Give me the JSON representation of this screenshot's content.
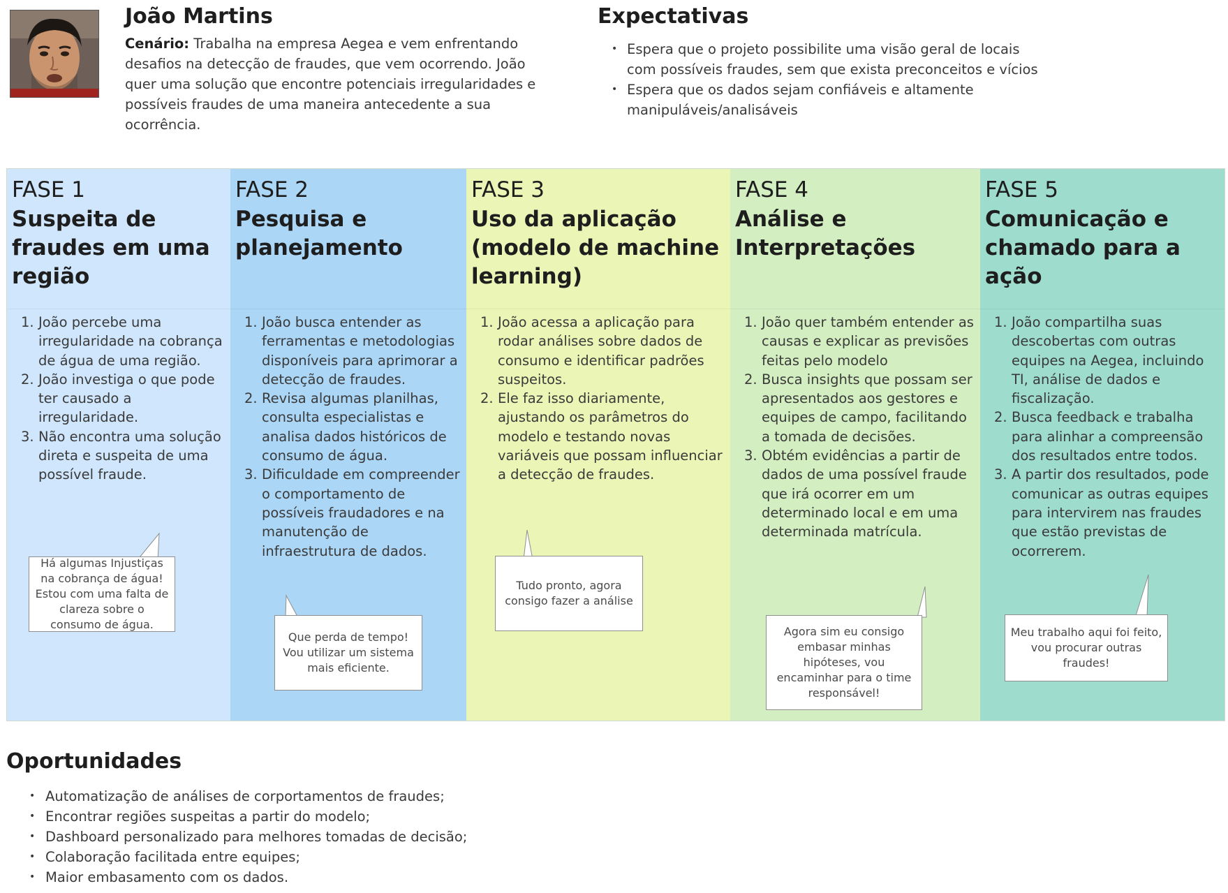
{
  "persona": {
    "name": "João Martins",
    "scenario_label": "Cenário:",
    "scenario_text": " Trabalha na empresa Aegea e vem enfrentando desafios na detecção de fraudes, que vem ocorrendo. João quer uma solução que encontre potenciais irregularidades e possíveis fraudes de uma maneira antecedente a sua ocorrência."
  },
  "expectations": {
    "title": "Expectativas",
    "items": [
      "Espera que o projeto possibilite uma visão geral de locais com possíveis fraudes, sem que exista preconceitos e vícios",
      "Espera que os dados sejam confiáveis e altamente manipuláveis/analisáveis"
    ]
  },
  "phases": [
    {
      "label": "FASE 1",
      "title": "Suspeita de fraudes em uma região",
      "color": "#cfe6fc",
      "steps": [
        "João percebe uma irregularidade na cobrança de água de uma região.",
        "João investiga o que pode ter causado a irregularidade.",
        "Não encontra uma solução direta e suspeita de uma possível fraude."
      ],
      "quote": "Há algumas Injustiças na cobrança de água! Estou com uma falta de clareza sobre o consumo de água."
    },
    {
      "label": "FASE 2",
      "title": "Pesquisa e planejamento",
      "color": "#abd6f6",
      "steps": [
        "João busca entender as ferramentas e metodologias disponíveis para aprimorar a detecção de fraudes.",
        "Revisa algumas planilhas, consulta especialistas e analisa dados históricos de consumo de água.",
        "Dificuldade em compreender o comportamento de possíveis fraudadores e na manutenção de infraestrutura de dados."
      ],
      "quote": "Que perda de tempo! Vou utilizar um sistema mais eficiente."
    },
    {
      "label": "FASE 3",
      "title": "Uso da aplicação (modelo de machine learning)",
      "color": "#eaf5b6",
      "steps": [
        "João acessa a aplicação para rodar análises sobre dados de consumo e identificar padrões suspeitos.",
        "Ele faz isso diariamente, ajustando os parâmetros do modelo e testando novas variáveis que possam influenciar a detecção de fraudes."
      ],
      "quote": "Tudo pronto, agora consigo fazer a análise"
    },
    {
      "label": "FASE 4",
      "title": "Análise e Interpretações",
      "color": "#d3eec0",
      "steps": [
        "João quer também entender as causas e explicar as previsões feitas pelo modelo",
        "Busca insights que possam ser apresentados aos gestores e equipes de campo, facilitando a tomada de decisões.",
        "Obtém evidências a partir de dados de uma possível fraude que irá ocorrer em um determinado local e em uma determinada matrícula."
      ],
      "quote": "Agora sim eu consigo embasar minhas hipóteses, vou encaminhar para o time responsável!"
    },
    {
      "label": "FASE 5",
      "title": "Comunicação e chamado para a ação",
      "color": "#9edcce",
      "steps": [
        "João compartilha suas descobertas com outras equipes na Aegea, incluindo TI, análise de dados e fiscalização.",
        "Busca feedback e trabalha para alinhar a compreensão dos resultados entre todos.",
        "A partir dos resultados, pode comunicar as outras equipes para intervirem nas fraudes que estão previstas de ocorrerem."
      ],
      "quote": "Meu trabalho aqui foi feito, vou procurar outras fraudes!"
    }
  ],
  "opportunities": {
    "title": "Oportunidades",
    "items": [
      "Automatização de análises de corportamentos de fraudes;",
      "Encontrar regiões suspeitas a partir do modelo;",
      "Dashboard personalizado para melhores tomadas de decisão;",
      "Colaboração facilitada entre equipes;",
      "Maior embasamento com os dados."
    ]
  }
}
